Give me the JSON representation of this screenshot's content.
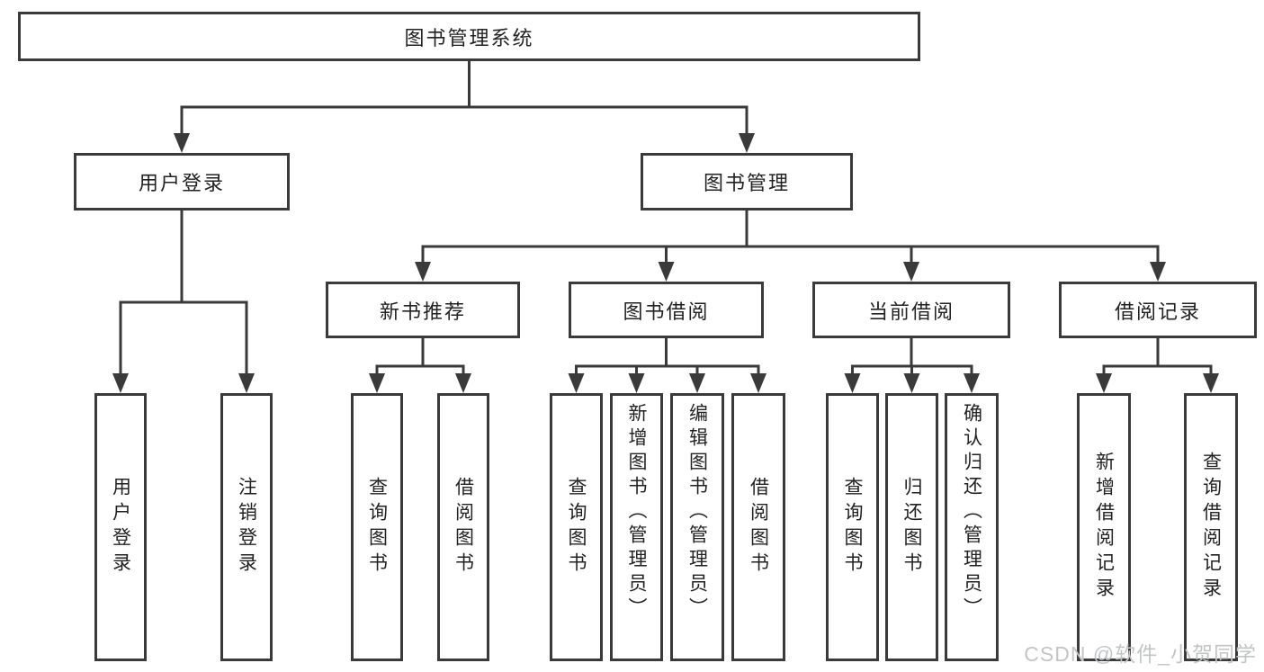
{
  "nodes": {
    "root": "图书管理系统",
    "user_login": "用户登录",
    "book_mgmt": "图书管理",
    "new_books": "新书推荐",
    "book_borrow": "图书借阅",
    "current_borrow": "当前借阅",
    "borrow_records": "借阅记录",
    "leaf_user_login": "用户登录",
    "leaf_logout": "注销登录",
    "nb_query": "查询图书",
    "nb_borrow": "借阅图书",
    "bb_query": "查询图书",
    "bb_add": "新增图书（管理员）",
    "bb_edit": "编辑图书（管理员）",
    "bb_borrow": "借阅图书",
    "cb_query": "查询图书",
    "cb_return": "归还图书",
    "cb_confirm": "确认归还（管理员）",
    "rec_add": "新增借阅记录",
    "rec_query": "查询借阅记录"
  },
  "edges": [
    {
      "parent": "root",
      "children": [
        "user_login",
        "book_mgmt"
      ]
    },
    {
      "parent": "user_login",
      "children": [
        "leaf_user_login",
        "leaf_logout"
      ]
    },
    {
      "parent": "book_mgmt",
      "children": [
        "new_books",
        "book_borrow",
        "current_borrow",
        "borrow_records"
      ]
    },
    {
      "parent": "new_books",
      "children": [
        "nb_query",
        "nb_borrow"
      ]
    },
    {
      "parent": "book_borrow",
      "children": [
        "bb_query",
        "bb_add",
        "bb_edit",
        "bb_borrow"
      ]
    },
    {
      "parent": "current_borrow",
      "children": [
        "cb_query",
        "cb_return",
        "cb_confirm"
      ]
    },
    {
      "parent": "borrow_records",
      "children": [
        "rec_add",
        "rec_query"
      ]
    }
  ],
  "watermark": {
    "text": "CSDN @软件_小贺同学"
  },
  "colors": {
    "line": "#3a3a3a",
    "border": "#3a3a3a",
    "text": "#222222",
    "background": "#ffffff",
    "watermark": "#c2c4c6"
  }
}
